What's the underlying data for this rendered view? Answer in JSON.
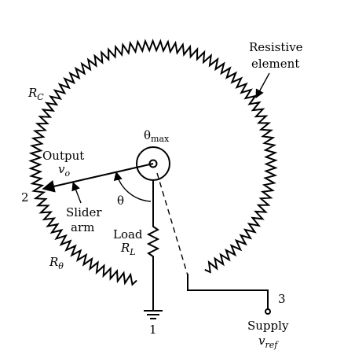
{
  "labels": {
    "resistive_line1": "Resistive",
    "resistive_line2": "element",
    "rc_main": "R",
    "rc_sub": "C",
    "theta_max_main": "θ",
    "theta_max_sub": "max",
    "output": "Output",
    "vo_main": "v",
    "vo_sub": "o",
    "terminal_2": "2",
    "theta": "θ",
    "slider_line1": "Slider",
    "slider_line2": "arm",
    "load": "Load",
    "rl_main": "R",
    "rl_sub": "L",
    "rtheta_main": "R",
    "rtheta_sub": "θ",
    "terminal_1": "1",
    "terminal_3": "3",
    "supply": "Supply",
    "vref_main": "v",
    "vref_sub": "ref"
  },
  "colors": {
    "ink": "#000000",
    "background": "#ffffff"
  }
}
